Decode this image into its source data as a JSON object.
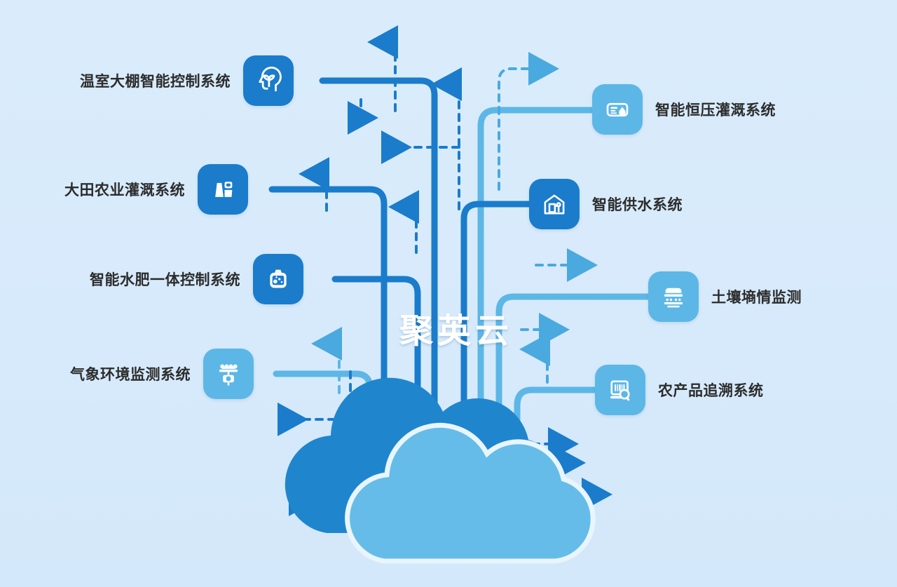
{
  "diagram": {
    "title_center": "聚英云",
    "background_color": "#d9ecfb",
    "colors": {
      "dark_blue": "#1a7ccb",
      "light_blue": "#5cb7e6",
      "cloud_back": "#1f86cd",
      "cloud_front": "#65bce8",
      "text": "#2c2c2c"
    },
    "left_nodes": [
      {
        "label": "温室大棚智能控制系统",
        "icon": "smart-greenhouse-head-icon",
        "tone": "dark"
      },
      {
        "label": "大田农业灌溉系统",
        "icon": "field-irrigation-panel-icon",
        "tone": "dark"
      },
      {
        "label": "智能水肥一体控制系统",
        "icon": "water-fertilizer-tank-icon",
        "tone": "dark"
      },
      {
        "label": "气象环境监测系统",
        "icon": "weather-station-icon",
        "tone": "light"
      }
    ],
    "right_nodes": [
      {
        "label": "智能恒压灌溉系统",
        "icon": "pressure-gauge-droplet-icon",
        "tone": "light"
      },
      {
        "label": "智能供水系统",
        "icon": "pump-house-icon",
        "tone": "dark"
      },
      {
        "label": "土壤墒情监测",
        "icon": "soil-moisture-sensor-icon",
        "tone": "light"
      },
      {
        "label": "农产品追溯系统",
        "icon": "product-traceability-scan-icon",
        "tone": "light"
      }
    ]
  }
}
